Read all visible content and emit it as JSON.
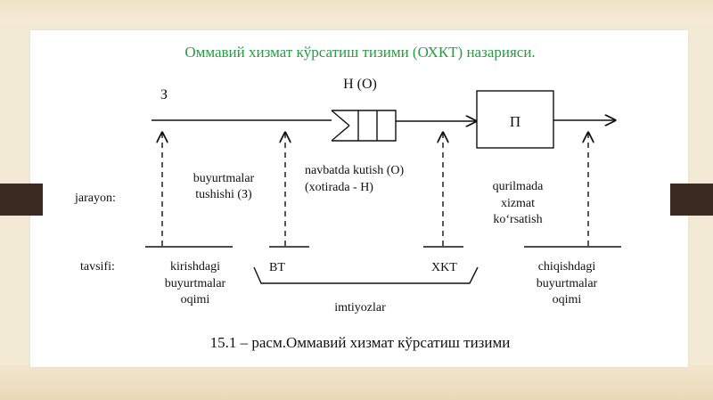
{
  "title": "Оммавий хизмат кўрсатиш тизими (ОХКТ) назарияси.",
  "caption": "15.1 – расм.Оммавий хизмат кўрсатиш тизими",
  "colors": {
    "title": "#2a9a45",
    "frame_tab": "#3a2a22",
    "line": "#111111"
  },
  "labels": {
    "z_input": "З",
    "queue_label": "Н (О)",
    "server_label": "П",
    "jarayon": "jarayon:",
    "tavsifi": "tavsifi:",
    "arrival_line1": "buyurtmalar",
    "arrival_line2": "tushishi (З)",
    "queue_line1": "navbatda kutish (O)",
    "queue_line2": "(xotirada - Н)",
    "service_line1": "qurilmada",
    "service_line2": "xizmat",
    "service_line3": "ko‘rsatish",
    "in_flow_line1": "kirishdagi",
    "in_flow_line2": "buyurtmalar",
    "in_flow_line3": "oqimi",
    "bt": "BT",
    "xkt": "XKT",
    "imtiyozlar": "imtiyozlar",
    "out_flow_line1": "chiqishdagi",
    "out_flow_line2": "buyurtmalar",
    "out_flow_line3": "oqimi"
  }
}
